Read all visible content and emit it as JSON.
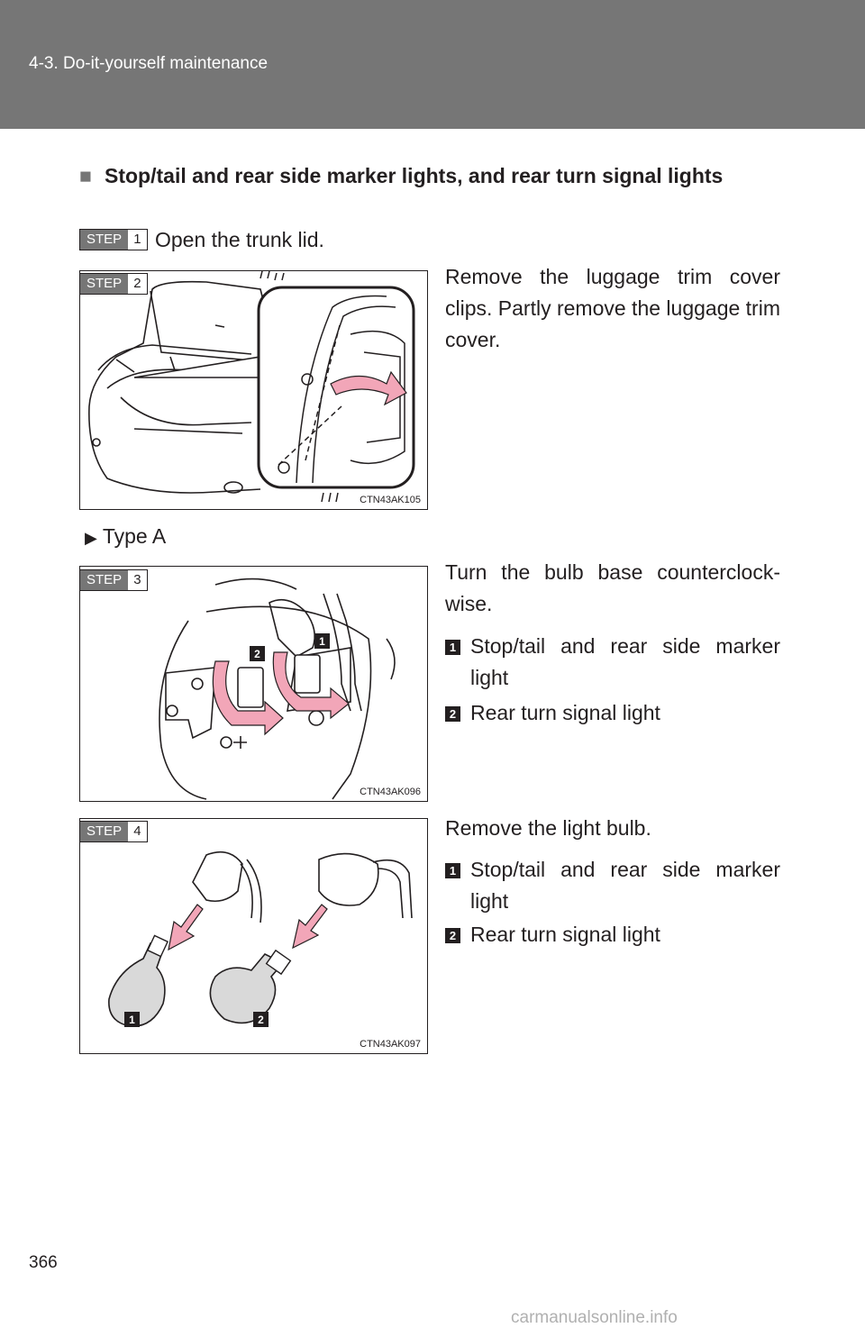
{
  "header": {
    "title": "4-3. Do-it-yourself maintenance"
  },
  "section": {
    "marker": "■",
    "title": "Stop/tail and rear side marker lights, and rear turn signal lights"
  },
  "steps": [
    {
      "label": "STEP",
      "num": "1",
      "text": "Open the trunk lid."
    },
    {
      "label": "STEP",
      "num": "2",
      "text": "Remove the luggage trim cover clips. Partly remove the luggage trim cover.",
      "figure_code": "CTN43AK105"
    },
    {
      "label": "STEP",
      "num": "3",
      "text": "Turn the bulb base counterclock-wise.",
      "figure_code": "CTN43AK096",
      "items": [
        {
          "badge": "1",
          "text": "Stop/tail and rear side marker light"
        },
        {
          "badge": "2",
          "text": "Rear turn signal light"
        }
      ]
    },
    {
      "label": "STEP",
      "num": "4",
      "text": "Remove the light bulb.",
      "figure_code": "CTN43AK097",
      "items": [
        {
          "badge": "1",
          "text": "Stop/tail and rear side marker light"
        },
        {
          "badge": "2",
          "text": "Rear turn signal light"
        }
      ]
    }
  ],
  "type_a": {
    "arrow": "▶",
    "label": "Type A"
  },
  "page_number": "366",
  "watermark": "carmanualsonline.info",
  "colors": {
    "header_bg": "#767676",
    "arrow_pink": "#f2a6b8",
    "ink": "#231f20"
  }
}
